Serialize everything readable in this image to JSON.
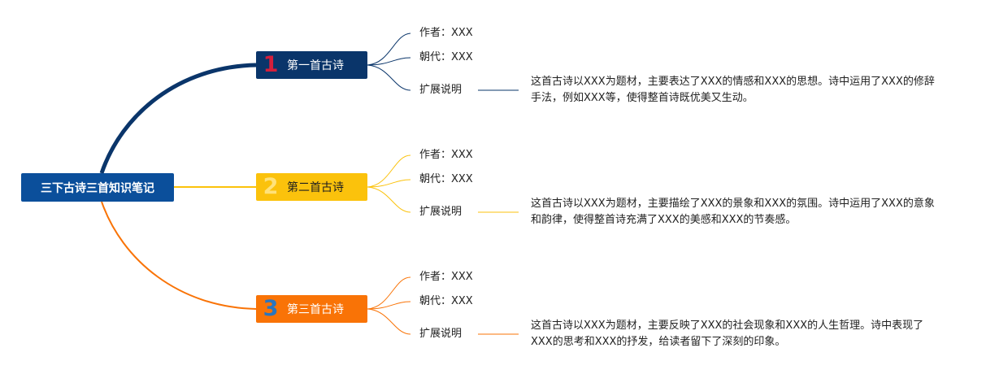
{
  "root": {
    "title": "三下古诗三首知识笔记"
  },
  "branches": [
    {
      "number": "1",
      "title": "第一首古诗",
      "author_label": "作者：XXX",
      "dynasty_label": "朝代：XXX",
      "extend_label": "扩展说明",
      "description": "这首古诗以XXX为题材，主要表达了XXX的情感和XXX的思想。诗中运用了XXX的修辞手法，例如XXX等，使得整首诗既优美又生动。",
      "color": "#0a356a"
    },
    {
      "number": "2",
      "title": "第二首古诗",
      "author_label": "作者：XXX",
      "dynasty_label": "朝代：XXX",
      "extend_label": "扩展说明",
      "description": "这首古诗以XXX为题材，主要描绘了XXX的景象和XXX的氛围。诗中运用了XXX的意象和韵律，使得整首诗充满了XXX的美感和XXX的节奏感。",
      "color": "#fbc20c"
    },
    {
      "number": "3",
      "title": "第三首古诗",
      "author_label": "作者：XXX",
      "dynasty_label": "朝代：XXX",
      "extend_label": "扩展说明",
      "description": "这首古诗以XXX为题材，主要反映了XXX的社会现象和XXX的人生哲理。诗中表现了XXX的思考和XXX的抒发，给读者留下了深刻的印象。",
      "color": "#f97306"
    }
  ]
}
